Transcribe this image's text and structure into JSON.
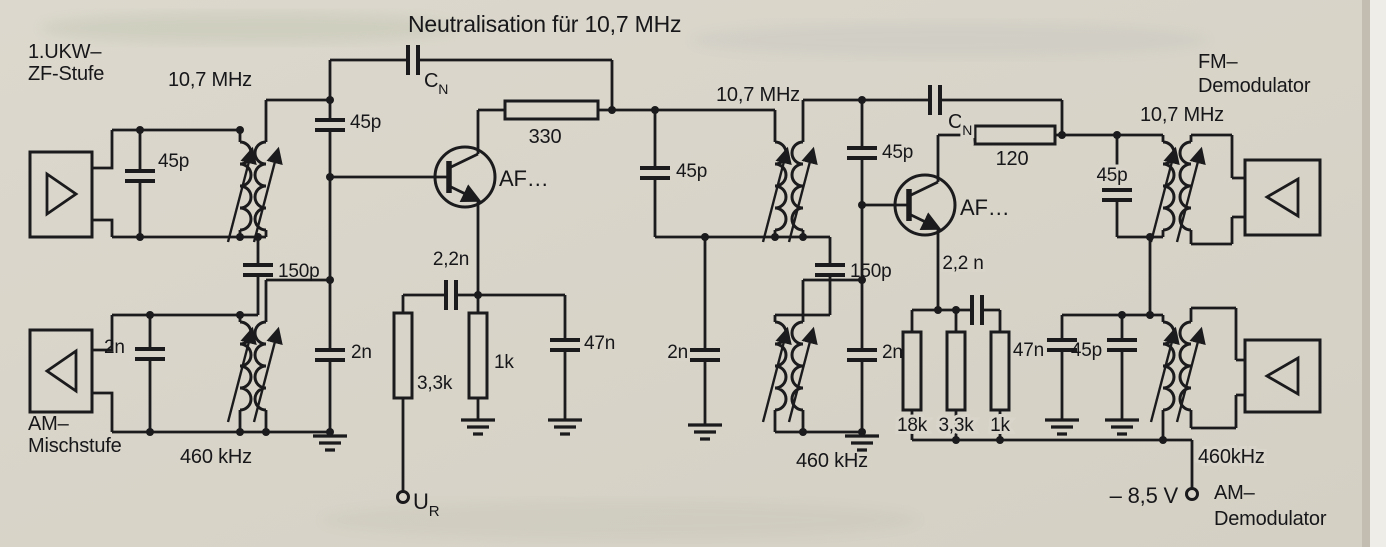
{
  "title": "Neutralisation für 10,7 MHz",
  "blocks": {
    "ukw_if_stage": {
      "line1": "1.UKW–",
      "line2": "ZF-Stufe"
    },
    "am_mixer": {
      "line1": "AM–",
      "line2": "Mischstufe"
    },
    "fm_demodulator": {
      "line1": "FM–",
      "line2": "Demodulator"
    },
    "am_demodulator": {
      "line1": "AM–",
      "line2": "Demodulator"
    }
  },
  "frequencies": {
    "fm_left": "10,7 MHz",
    "fm_mid": "10,7 MHz",
    "fm_right": "10,7 MHz",
    "am_left": "460 kHz",
    "am_mid": "460 kHz",
    "am_right": "460kHz"
  },
  "transistors": {
    "q1": "AF…",
    "q2": "AF…"
  },
  "capacitors": {
    "c_in_fm": "45p",
    "c_base1": "45p",
    "cn_main": "C",
    "cn_sub": "N",
    "c_emitter1": "2,2n",
    "c_couple1": "150p",
    "c_in_am": "2n",
    "c_bypass1": "2n",
    "c_bypass_emitter1": "47n",
    "c_mid_fm": "45p",
    "c_mid_am": "2n",
    "c_base2": "45p",
    "c_couple2": "150p",
    "c_bypass2": "2n",
    "c_emitter2": "2,2 n",
    "c_bypass_emitter2": "47n",
    "c_out_fm": "45p",
    "c_out_am": "45p"
  },
  "resistors": {
    "r_collector1": "330",
    "r_agc": "3,3k",
    "r_emitter1": "1k",
    "r_collector2": "120",
    "r_base2": "18k",
    "r_bias2": "3,3k",
    "r_emitter2": "1k"
  },
  "supply": {
    "voltage": "– 8,5 V",
    "control_main": "U",
    "control_sub": "R"
  }
}
